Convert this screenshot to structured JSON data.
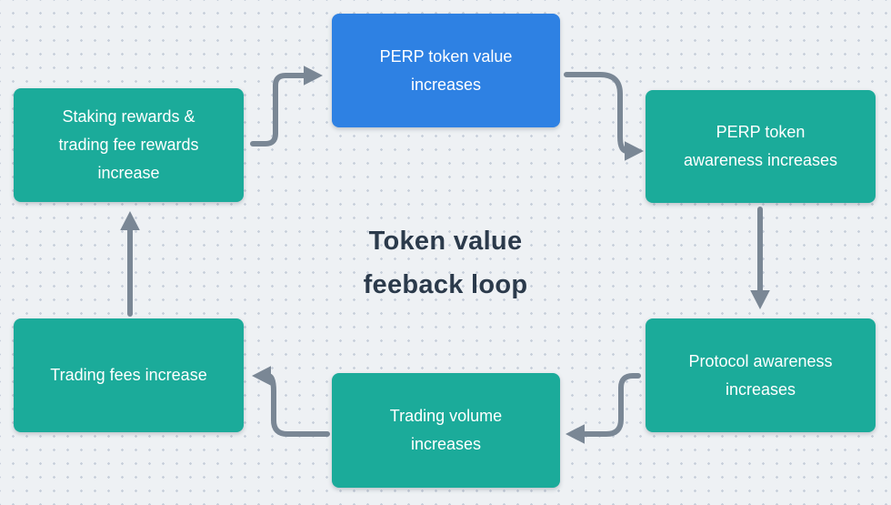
{
  "diagram": {
    "title": "Token value\nfeeback loop",
    "nodes": [
      {
        "id": "staking-rewards",
        "label": "Staking rewards &\ntrading fee rewards\nincrease",
        "color": "#1BAB9A"
      },
      {
        "id": "perp-token-value",
        "label": "PERP token value\nincreases",
        "color": "#2E81E3"
      },
      {
        "id": "perp-token-awareness",
        "label": "PERP token\nawareness increases",
        "color": "#1BAB9A"
      },
      {
        "id": "protocol-awareness",
        "label": "Protocol awareness\nincreases",
        "color": "#1BAB9A"
      },
      {
        "id": "trading-volume",
        "label": "Trading volume\nincreases",
        "color": "#1BAB9A"
      },
      {
        "id": "trading-fees",
        "label": "Trading fees increase",
        "color": "#1BAB9A"
      }
    ],
    "edges": [
      {
        "from": "staking-rewards",
        "to": "perp-token-value"
      },
      {
        "from": "perp-token-value",
        "to": "perp-token-awareness"
      },
      {
        "from": "perp-token-awareness",
        "to": "protocol-awareness"
      },
      {
        "from": "protocol-awareness",
        "to": "trading-volume"
      },
      {
        "from": "trading-volume",
        "to": "trading-fees"
      },
      {
        "from": "trading-fees",
        "to": "staking-rewards"
      }
    ],
    "colors": {
      "node_teal": "#1BAB9A",
      "node_blue": "#2E81E3",
      "node_text": "#FFFFFF",
      "arrow": "#7A8795",
      "title_text": "#2B3A4B",
      "background": "#EEF1F4",
      "dot_grid": "#C7CFDA"
    }
  }
}
